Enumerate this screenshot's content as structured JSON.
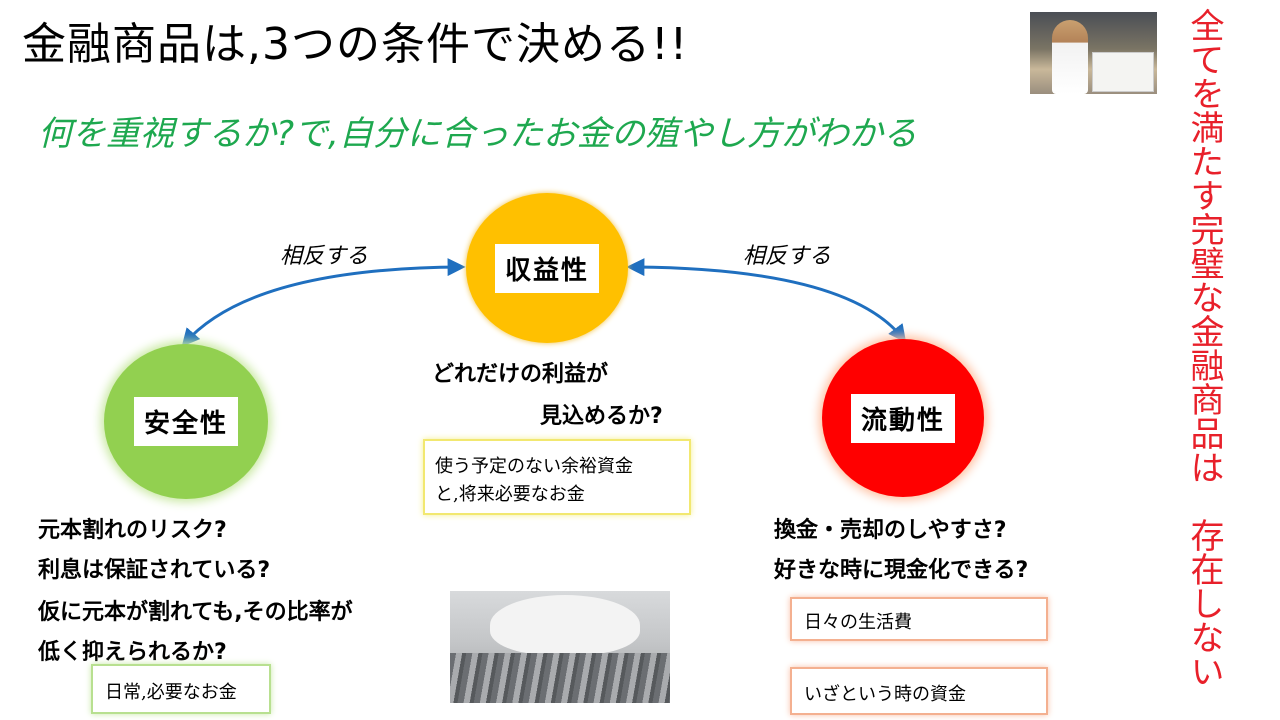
{
  "header": {
    "title": "金融商品は,3つの条件で決める!!",
    "subtitle": "何を重視するか?で,自分に合ったお金の殖やし方がわかる"
  },
  "side_note": "全てを満たす完璧な金融商品は　存在しない",
  "nodes": {
    "yield": {
      "label": "収益性",
      "question_line1": "どれだけの利益が",
      "question_line2": "見込めるか?",
      "box_line1": "使う予定のない余裕資金",
      "box_line2": "と,将来必要なお金"
    },
    "safety": {
      "label": "安全性",
      "questions": [
        "元本割れのリスク?",
        "利息は保証されている?",
        "仮に元本が割れても,その比率が",
        "低く抑えられるか?"
      ],
      "box": "日常,必要なお金"
    },
    "liquidity": {
      "label": "流動性",
      "questions": [
        "換金・売却のしやすさ?",
        "好きな時に現金化できる?"
      ],
      "box1": "日々の生活費",
      "box2": "いざという時の資金"
    }
  },
  "relations": {
    "left": "相反する",
    "right": "相反する"
  },
  "colors": {
    "yield": "#ffc000",
    "safety": "#92d050",
    "liquidity": "#ff0000",
    "subtitle": "#1ea84f",
    "side_note": "#e8202a",
    "arrow": "#1f6fbf"
  }
}
